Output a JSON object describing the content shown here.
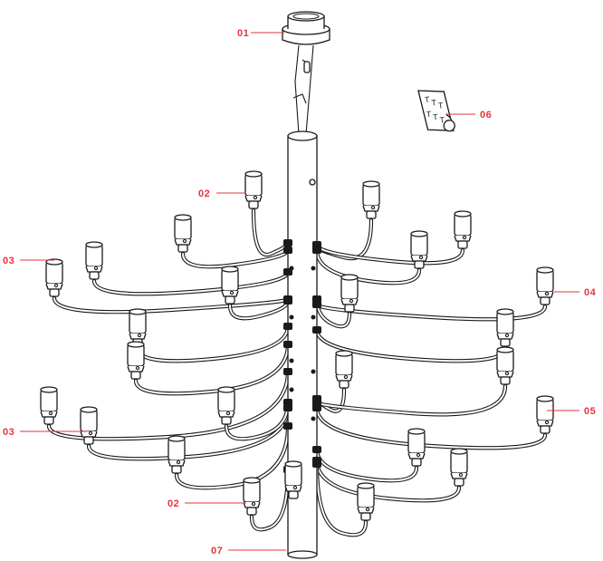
{
  "callouts": [
    {
      "id": "01",
      "text": "01"
    },
    {
      "id": "02a",
      "text": "02"
    },
    {
      "id": "03a",
      "text": "03"
    },
    {
      "id": "04",
      "text": "04"
    },
    {
      "id": "05",
      "text": "05"
    },
    {
      "id": "06",
      "text": "06"
    },
    {
      "id": "03b",
      "text": "03"
    },
    {
      "id": "02b",
      "text": "02"
    },
    {
      "id": "07",
      "text": "07"
    }
  ],
  "tag_glyphs": [
    "T",
    "T",
    "T",
    "T",
    "T",
    "T"
  ],
  "accent_color": "#e5333e",
  "line_color": "#1a1a1a"
}
